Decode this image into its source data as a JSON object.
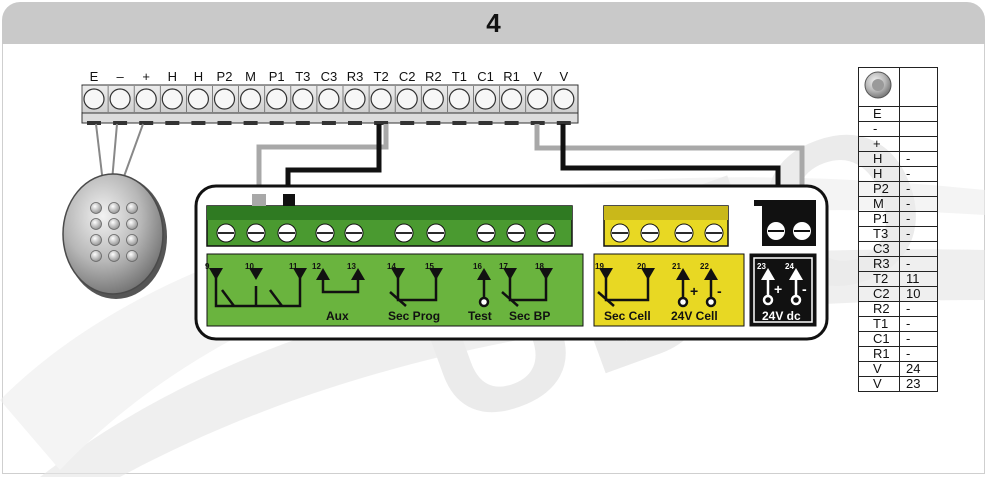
{
  "header": {
    "title": "4"
  },
  "watermark": {
    "text": "UDIO"
  },
  "terminal_strip": {
    "labels": [
      "E",
      "–",
      "+",
      "H",
      "H",
      "P2",
      "M",
      "P1",
      "T3",
      "C3",
      "R3",
      "T2",
      "C2",
      "R2",
      "T1",
      "C1",
      "R1",
      "V",
      "V"
    ]
  },
  "board": {
    "terminals": [
      {
        "num": "9"
      },
      {
        "num": "10"
      },
      {
        "num": "11"
      },
      {
        "num": "12"
      },
      {
        "num": "13"
      },
      {
        "num": "14"
      },
      {
        "num": "15"
      },
      {
        "num": "16"
      },
      {
        "num": "17"
      },
      {
        "num": "18"
      },
      {
        "num": "19"
      },
      {
        "num": "20"
      },
      {
        "num": "21"
      },
      {
        "num": "22"
      },
      {
        "num": "23"
      },
      {
        "num": "24"
      }
    ],
    "group_labels": {
      "aux": "Aux",
      "sec_prog": "Sec Prog",
      "test": "Test",
      "sec_bp": "Sec BP",
      "sec_cell": "Sec Cell",
      "cell24": "24V Cell",
      "dc24": "24V dc"
    },
    "polarity": {
      "plus": "+",
      "minus": "-"
    },
    "colors": {
      "green": "#6ab43e",
      "green_dark": "#3e8a2c",
      "yellow": "#e8d823",
      "black": "#111111",
      "gray_wire": "#a8a8a8"
    }
  },
  "table": {
    "rows": [
      {
        "a": "E",
        "b": ""
      },
      {
        "a": "-",
        "b": ""
      },
      {
        "a": "+",
        "b": ""
      },
      {
        "a": "H",
        "b": "-"
      },
      {
        "a": "H",
        "b": "-"
      },
      {
        "a": "P2",
        "b": "-"
      },
      {
        "a": "M",
        "b": "-"
      },
      {
        "a": "P1",
        "b": "-"
      },
      {
        "a": "T3",
        "b": "-"
      },
      {
        "a": "C3",
        "b": "-"
      },
      {
        "a": "R3",
        "b": "-"
      },
      {
        "a": "T2",
        "b": "11"
      },
      {
        "a": "C2",
        "b": "10"
      },
      {
        "a": "R2",
        "b": "-"
      },
      {
        "a": "T1",
        "b": "-"
      },
      {
        "a": "C1",
        "b": "-"
      },
      {
        "a": "R1",
        "b": "-"
      },
      {
        "a": "V",
        "b": "24"
      },
      {
        "a": "V",
        "b": "23"
      }
    ]
  }
}
